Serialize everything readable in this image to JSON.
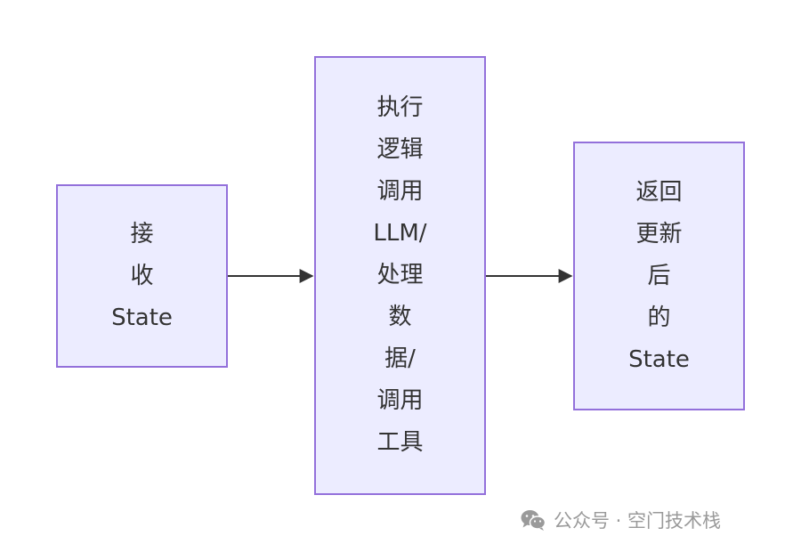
{
  "nodes": [
    {
      "id": "receive",
      "lines": [
        "接",
        "收",
        "State"
      ]
    },
    {
      "id": "execute",
      "lines": [
        "执行",
        "逻辑",
        "调用",
        "LLM/",
        "处理",
        "数",
        "据/",
        "调用",
        "工具"
      ]
    },
    {
      "id": "return",
      "lines": [
        "返回",
        "更新",
        "后",
        "的",
        "State"
      ]
    }
  ],
  "edges": [
    {
      "from": "receive",
      "to": "execute"
    },
    {
      "from": "execute",
      "to": "return"
    }
  ],
  "colors": {
    "node_fill": "#ececff",
    "node_border": "#9370db",
    "edge": "#333333",
    "text": "#333333",
    "watermark": "#9a9a9a"
  },
  "watermark": {
    "icon": "wechat-icon",
    "text": "公众号 · 空门技术栈"
  }
}
